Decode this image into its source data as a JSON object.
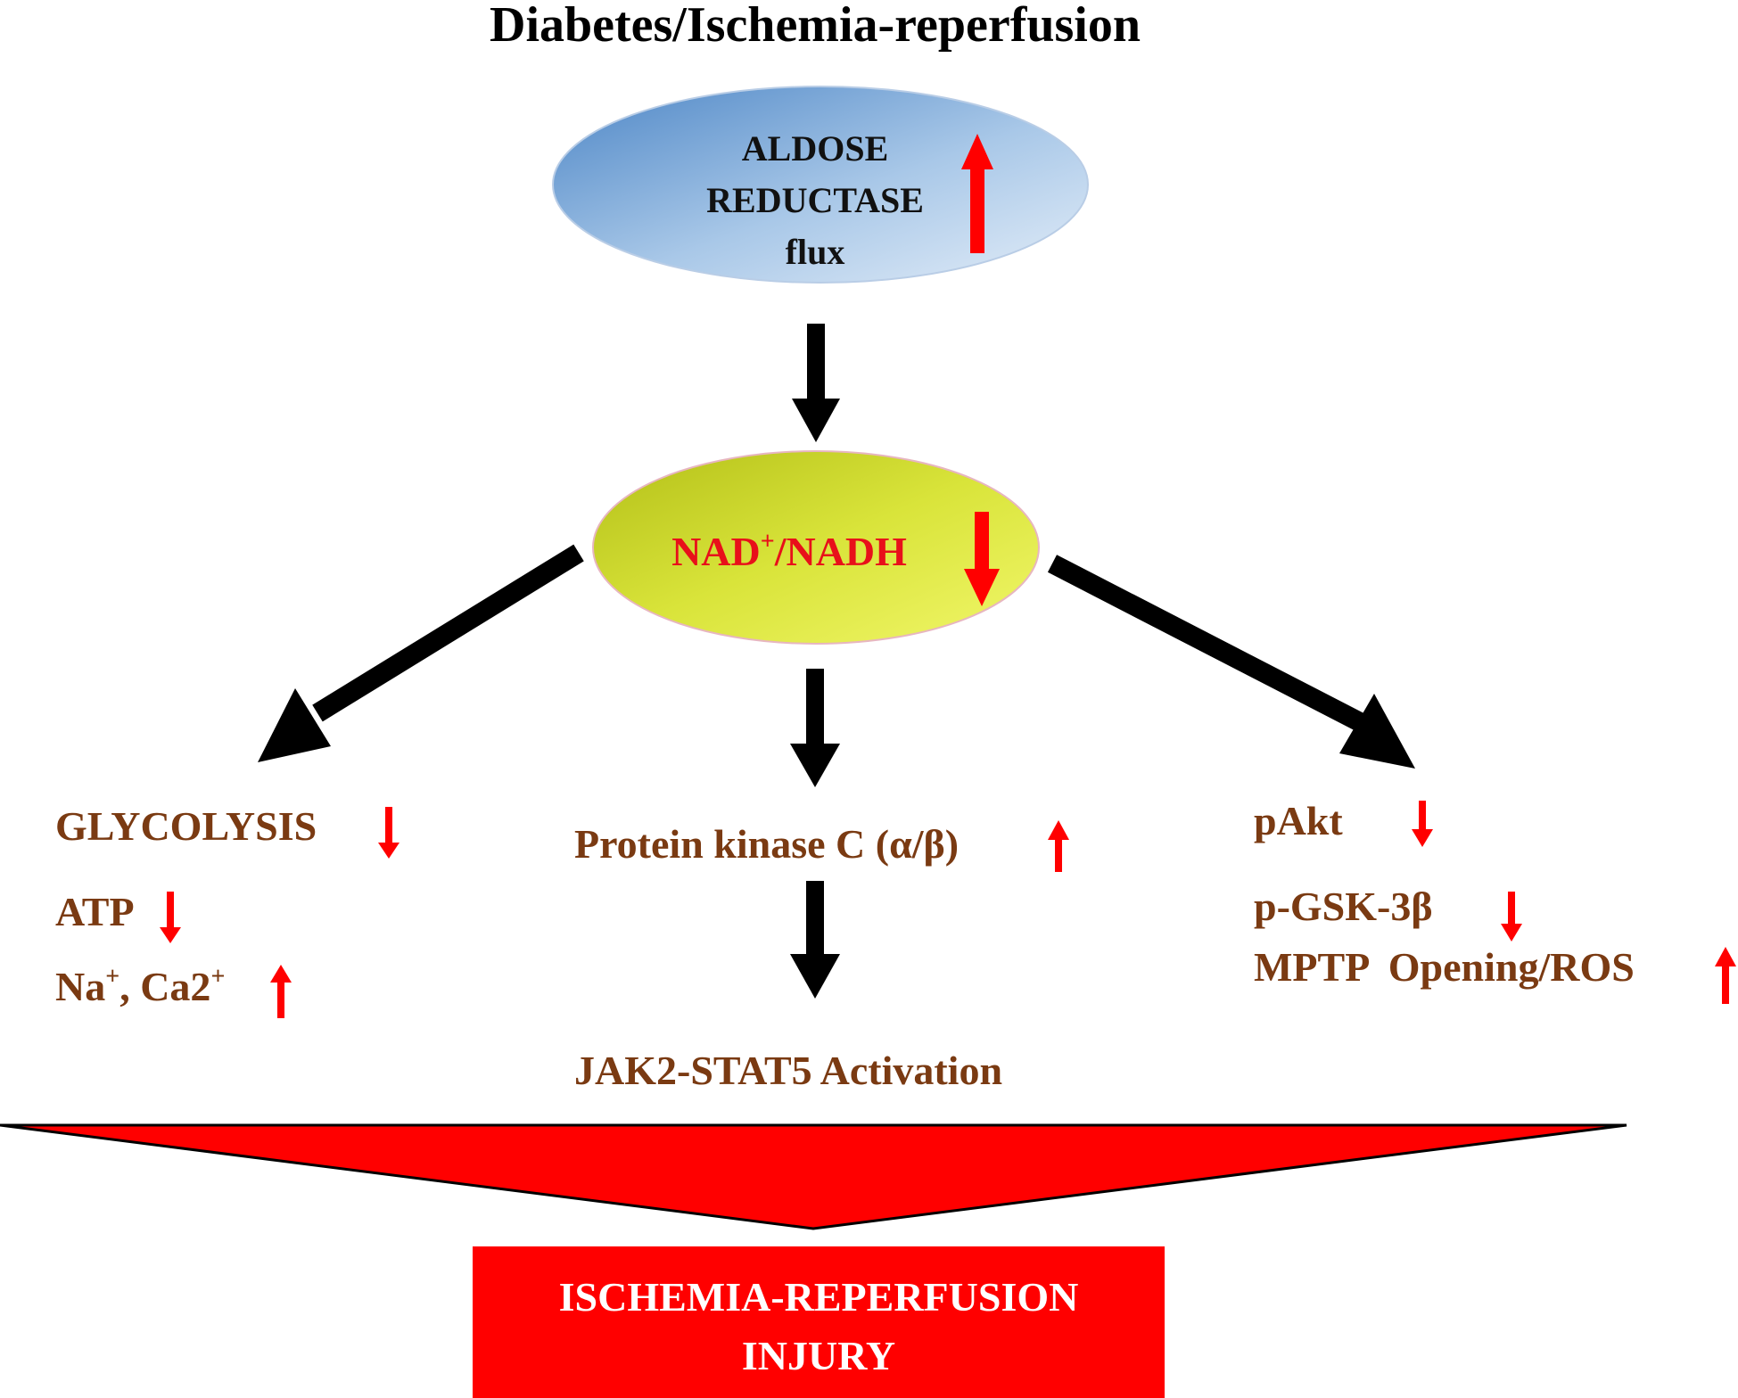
{
  "title": "Diabetes/Ischemia-reperfusion",
  "colors": {
    "brown": "#7a3a12",
    "red": "#ff0000",
    "black": "#000000",
    "ellipse_top_light": "#dde9f6",
    "ellipse_top_dark": "#5b93cf",
    "ellipse_mid_light": "#ecf25a",
    "ellipse_mid_dark": "#b8c41e",
    "injury_box": "#ff0000",
    "injury_text": "#ffffff"
  },
  "aldose_node": {
    "line1": "ALDOSE",
    "line2": "REDUCTASE",
    "line3": "flux",
    "trend": "up"
  },
  "nad_node": {
    "main": "NAD",
    "sup": "+",
    "rest": "/NADH",
    "trend": "down"
  },
  "left_branch": {
    "items": [
      {
        "text": "GLYCOLYSIS",
        "trend": "down"
      },
      {
        "text": "ATP",
        "trend": "down"
      },
      {
        "text": "Na",
        "sup": "+",
        "text2": ", Ca2",
        "sup2": "+",
        "trend": "up"
      }
    ]
  },
  "middle_branch": {
    "pkc": "Protein kinase C (α/β)",
    "pkc_trend": "up",
    "jak": "JAK2-STAT5 Activation"
  },
  "right_branch": {
    "items": [
      {
        "text": "pAkt",
        "trend": "down"
      },
      {
        "text": "p-GSK-3β",
        "trend": "down"
      },
      {
        "text": "MPTP  Opening/ROS",
        "trend": "up"
      }
    ]
  },
  "outcome": {
    "line1": "ISCHEMIA-REPERFUSION",
    "line2": "INJURY"
  }
}
